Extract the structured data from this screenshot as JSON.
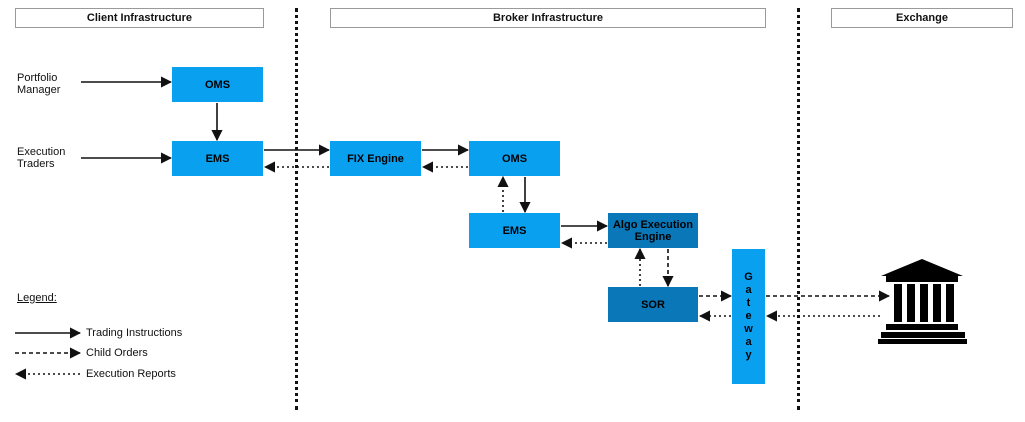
{
  "headers": {
    "client": "Client Infrastructure",
    "broker": "Broker Infrastructure",
    "exchange": "Exchange"
  },
  "actors": {
    "portfolio_manager": "Portfolio\nManager",
    "execution_traders": "Execution\nTraders"
  },
  "boxes": {
    "client_oms": "OMS",
    "client_ems": "EMS",
    "fix_engine": "FIX Engine",
    "broker_oms": "OMS",
    "broker_ems": "EMS",
    "algo_engine": "Algo Execution Engine",
    "sor": "SOR",
    "gateway": [
      "G",
      "a",
      "t",
      "e",
      "w",
      "a",
      "y"
    ]
  },
  "legend": {
    "title": "Legend:",
    "trading_instructions": "Trading Instructions",
    "child_orders": "Child Orders",
    "execution_reports": "Execution Reports"
  },
  "colors": {
    "primary_box": "#0aa0f0",
    "dark_box": "#0a78b8",
    "ink": "#111111"
  },
  "icons": {
    "exchange": "exchange-building-icon"
  }
}
